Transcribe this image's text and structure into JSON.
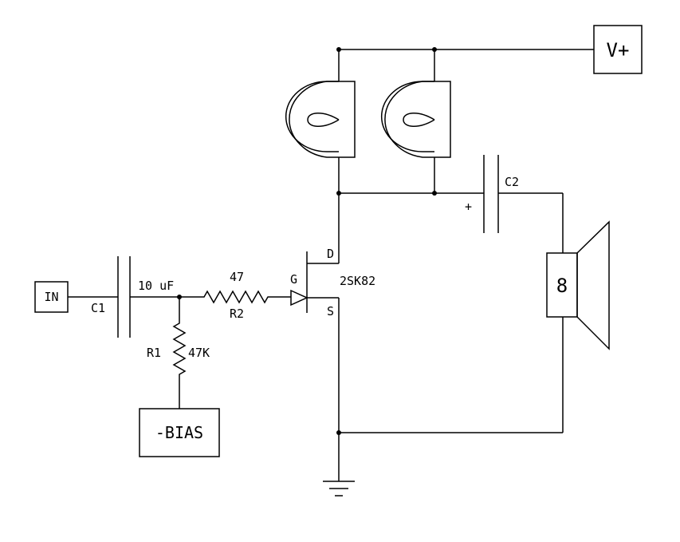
{
  "labels": {
    "in": "IN",
    "vplus": "V+",
    "bias": "-BIAS",
    "c1": "C1",
    "c1_value": "10 uF",
    "c2": "C2",
    "c2_polarity": "+",
    "r1": "R1",
    "r1_value": "47K",
    "r2": "R2",
    "r2_value": "47",
    "fet_gate": "G",
    "fet_drain": "D",
    "fet_source": "S",
    "fet_part": "2SK82",
    "speaker_impedance": "8"
  }
}
